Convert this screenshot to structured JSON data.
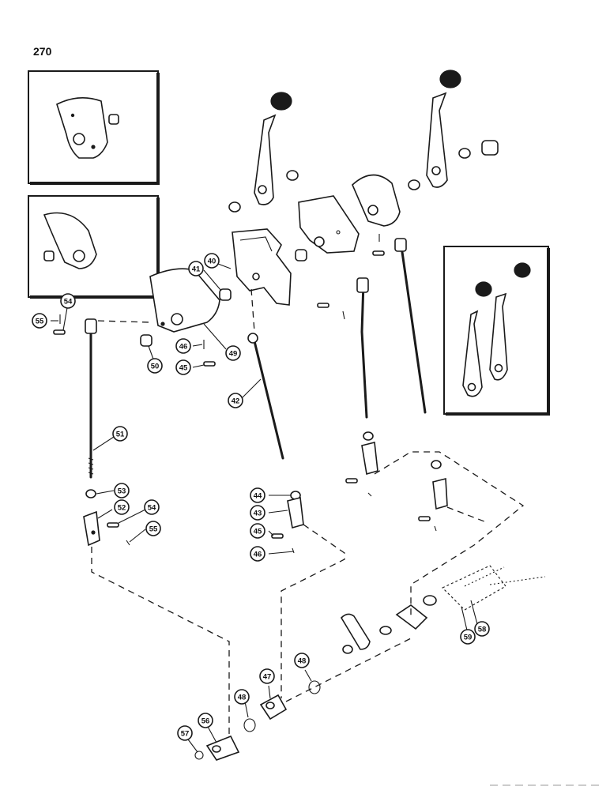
{
  "page_number": "270",
  "callouts": [
    {
      "id": "c40",
      "label": "40"
    },
    {
      "id": "c41",
      "label": "41"
    },
    {
      "id": "c42",
      "label": "42"
    },
    {
      "id": "c43",
      "label": "43"
    },
    {
      "id": "c44",
      "label": "44"
    },
    {
      "id": "c45a",
      "label": "45"
    },
    {
      "id": "c45b",
      "label": "45"
    },
    {
      "id": "c46a",
      "label": "46"
    },
    {
      "id": "c46b",
      "label": "46"
    },
    {
      "id": "c47",
      "label": "47"
    },
    {
      "id": "c48a",
      "label": "48"
    },
    {
      "id": "c48b",
      "label": "48"
    },
    {
      "id": "c49",
      "label": "49"
    },
    {
      "id": "c50",
      "label": "50"
    },
    {
      "id": "c51",
      "label": "51"
    },
    {
      "id": "c52",
      "label": "52"
    },
    {
      "id": "c53",
      "label": "53"
    },
    {
      "id": "c54a",
      "label": "54"
    },
    {
      "id": "c54b",
      "label": "54"
    },
    {
      "id": "c55a",
      "label": "55"
    },
    {
      "id": "c55b",
      "label": "55"
    },
    {
      "id": "c56",
      "label": "56"
    },
    {
      "id": "c57",
      "label": "57"
    },
    {
      "id": "c58",
      "label": "58"
    },
    {
      "id": "c59",
      "label": "59"
    }
  ]
}
